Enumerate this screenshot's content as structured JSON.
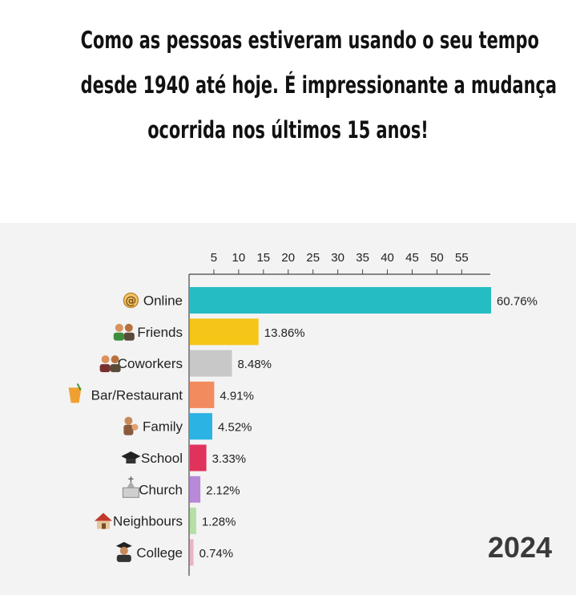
{
  "headline": {
    "line1": "Como as pessoas estiveram usando o seu tempo",
    "line2": "desde 1940 até hoje. É impressionante a mudança",
    "line3": "ocorrida nos últimos 15 anos!"
  },
  "year_label": "2024",
  "chart_data": {
    "type": "bar",
    "orientation": "horizontal",
    "title": "",
    "xlabel": "",
    "ylabel": "",
    "xlim": [
      0,
      60.76
    ],
    "x_ticks": [
      5,
      10,
      15,
      20,
      25,
      30,
      35,
      40,
      45,
      50,
      55
    ],
    "x_axis_position": "top",
    "grid": false,
    "categories": [
      "Online",
      "Friends",
      "Coworkers",
      "Bar/Restaurant",
      "Family",
      "School",
      "Church",
      "Neighbours",
      "College"
    ],
    "values": [
      60.76,
      13.86,
      8.48,
      4.91,
      4.52,
      3.33,
      2.12,
      1.28,
      0.74
    ],
    "value_labels": [
      "60.76%",
      "13.86%",
      "8.48%",
      "4.91%",
      "4.52%",
      "3.33%",
      "2.12%",
      "1.28%",
      "0.74%"
    ],
    "colors": [
      "#26bcc4",
      "#f5c518",
      "#c8c8c8",
      "#f28c5e",
      "#2ab3e3",
      "#e0335b",
      "#b789d8",
      "#b5dfa4",
      "#e8b5c8"
    ],
    "icons": [
      "at-sign-icon",
      "friends-icon",
      "coworkers-icon",
      "cocktail-icon",
      "family-icon",
      "graduation-cap-icon",
      "church-icon",
      "house-icon",
      "graduate-icon"
    ]
  }
}
